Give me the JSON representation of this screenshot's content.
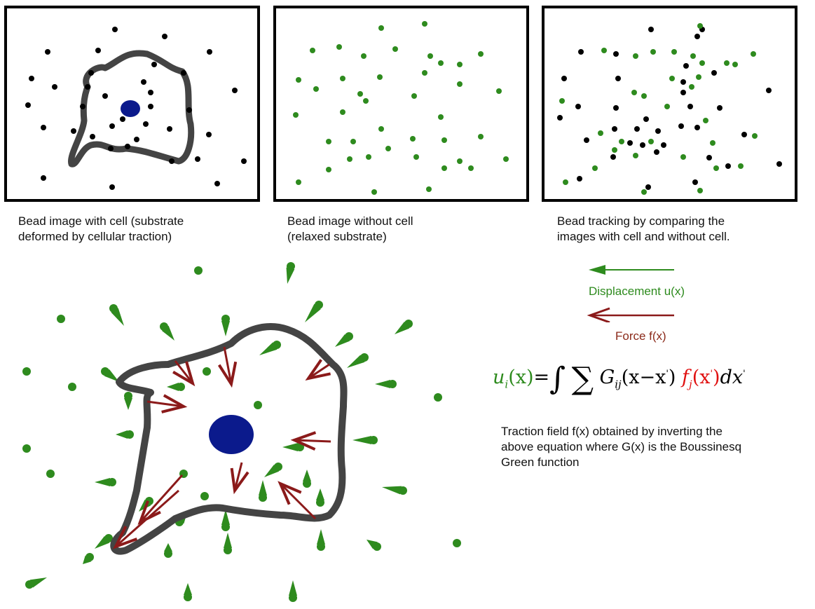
{
  "panels": [
    {
      "caption": "Bead image with cell (substrate\ndeformed by cellular traction)"
    },
    {
      "caption": "Bead image without cell\n(relaxed substrate)"
    },
    {
      "caption": "Bead tracking by comparing the\nimages with cell and without cell."
    }
  ],
  "legend": {
    "displacement": "Displacement u(x)",
    "force": "Force f(x)"
  },
  "equation": {
    "lhs_u": "u",
    "lhs_i": "i",
    "lhs_x": "(x)",
    "eq": "=",
    "integral": "∫",
    "sum": "∑",
    "G": "G",
    "G_sub": "ij",
    "arg": "(x−x",
    "prime": "'",
    "arg_close": ")",
    "f": "f",
    "f_sub": "j",
    "f_arg": "(x",
    "f_arg_close": ")",
    "dx": "dx",
    "dx_prime": "'"
  },
  "description": "Traction field f(x) obtained by inverting the\nabove equation where G(x) is the Boussinesq\nGreen function",
  "colors": {
    "bead_black": "#000000",
    "bead_green": "#2e8b1e",
    "cell_outline": "#444444",
    "nucleus": "#0b1a8c",
    "force": "#8b1a1a",
    "force_label": "#8b2a1a",
    "displacement_label": "#2e8b1e"
  }
}
